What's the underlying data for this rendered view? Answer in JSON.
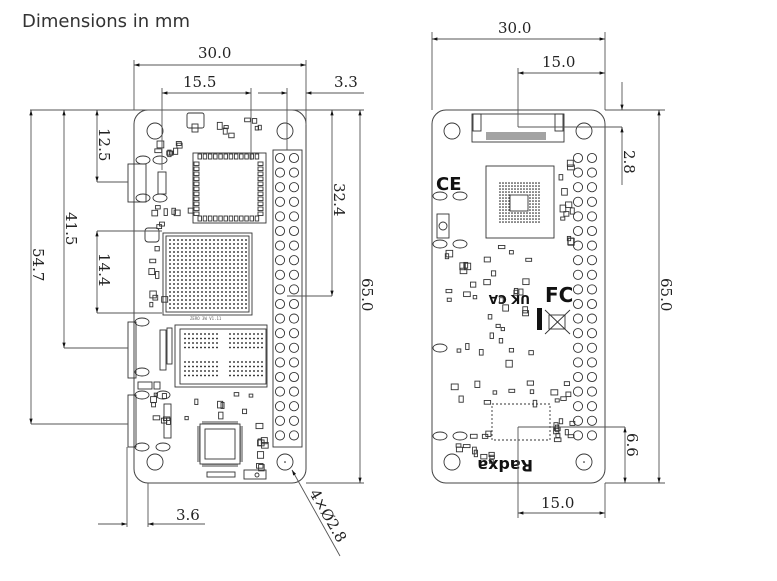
{
  "title": "Dimensions in mm",
  "front_view": {
    "dimensions": {
      "board_width": "30.0",
      "connector_offset": "15.5",
      "header_edge_offset": "3.3",
      "usb_top_offset": "12.5",
      "usb2_offset": "41.5",
      "usb3_offset": "54.7",
      "soc_height": "14.4",
      "header_length": "32.4",
      "board_height": "65.0",
      "hole_inset": "3.6",
      "mounting_holes": "4×Ø2.8"
    },
    "silkscreen": {
      "soc_label": "ZERO 3W V1.11"
    }
  },
  "back_view": {
    "dimensions": {
      "board_width": "30.0",
      "fpc_center": "15.0",
      "fpc_offset": "2.8",
      "board_height": "65.0",
      "bottom_center": "15.0",
      "bottom_offset": "6.6"
    },
    "silkscreen": {
      "logo": "Radxa",
      "ce_mark": "CE",
      "ukca_mark": "UK CA",
      "fcc_mark": "FC"
    }
  }
}
